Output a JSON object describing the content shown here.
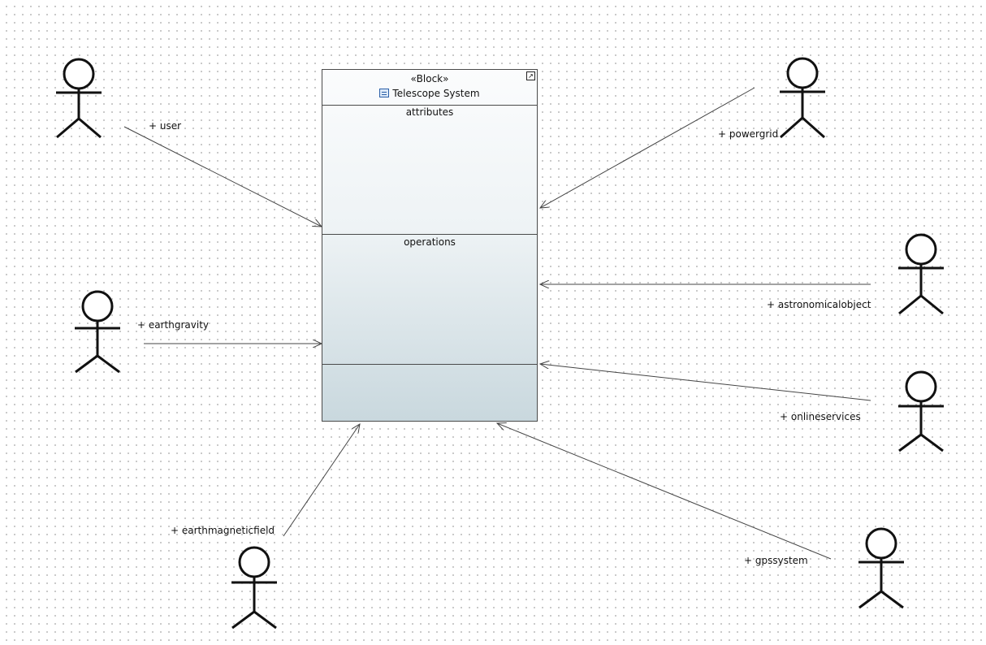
{
  "block": {
    "stereotype": "«Block»",
    "name": "Telescope System",
    "icon": "block-icon",
    "compartments": [
      "attributes",
      "operations",
      ""
    ]
  },
  "actors": [
    {
      "id": "user",
      "label": "+ user"
    },
    {
      "id": "earthgravity",
      "label": "+ earthgravity"
    },
    {
      "id": "earthmagneticfield",
      "label": "+ earthmagneticfield"
    },
    {
      "id": "powergrid",
      "label": "+ powergrid"
    },
    {
      "id": "astronomicalobject",
      "label": "+ astronomicalobject"
    },
    {
      "id": "onlineservices",
      "label": "+ onlineservices"
    },
    {
      "id": "gpssystem",
      "label": "+ gpssystem"
    }
  ],
  "colors": {
    "line": "#444444",
    "actor": "#111111",
    "block_border": "#4a4a4a",
    "block_gradient_bottom": "#c9d8de"
  }
}
